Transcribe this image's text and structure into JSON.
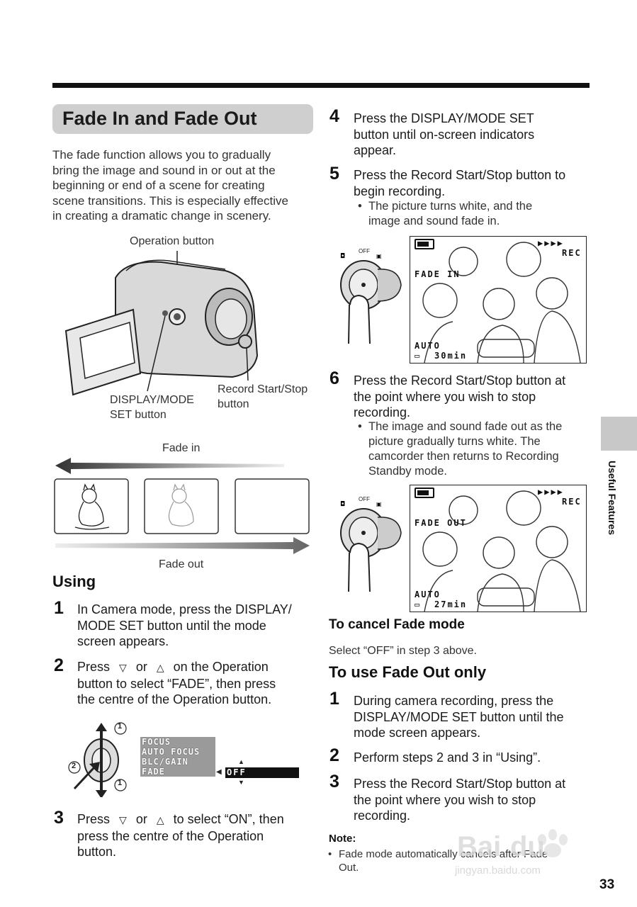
{
  "title": "Fade In and Fade Out",
  "intro": [
    "The fade function allows you to gradually",
    "bring the image and sound in or out at the",
    "beginning or end of a scene for creating",
    "scene transitions. This is especially effective",
    "in creating a dramatic change in scenery."
  ],
  "camera_diagram": {
    "operation_button": "Operation button",
    "display_mode": [
      "DISPLAY/MODE",
      "SET button"
    ],
    "record_button": [
      "Record Start/Stop",
      "button"
    ]
  },
  "fade_diagram": {
    "fade_in": "Fade in",
    "fade_out": "Fade out"
  },
  "using": {
    "heading": "Using",
    "step1": {
      "num": "1",
      "lines": [
        "In Camera mode, press the DISPLAY/",
        "MODE SET button until the mode",
        "screen appears."
      ]
    },
    "step2": {
      "num": "2",
      "l1a": "Press",
      "down": "▽",
      "or": "or",
      "up": "△",
      "l1b": "on the Operation",
      "l2": "button to select “FADE”, then press",
      "l3": "the centre of the Operation button."
    },
    "menu": {
      "items": [
        "FOCUS",
        "AUTO FOCUS",
        "BLC/GAIN",
        "FADE"
      ],
      "value": "OFF",
      "marker1": "1",
      "marker2": "2"
    },
    "step3": {
      "num": "3",
      "l1a": "Press",
      "down": "▽",
      "or": "or",
      "up": "△",
      "l1b": "to select “ON”, then",
      "l2": "press the centre of the Operation",
      "l3": "button."
    }
  },
  "right": {
    "step4": {
      "num": "4",
      "lines": [
        "Press the DISPLAY/MODE SET",
        "button until on-screen indicators",
        "appear."
      ]
    },
    "step5": {
      "num": "5",
      "lines": [
        "Press the Record Start/Stop button to",
        "begin recording."
      ],
      "bullet": [
        "The picture turns white, and the",
        "image and sound fade in."
      ]
    },
    "screen1": {
      "rec": "REC",
      "fade": "FADE  IN",
      "auto": "AUTO",
      "time": "30min",
      "off": "OFF"
    },
    "step6": {
      "num": "6",
      "lines": [
        "Press the Record Start/Stop button at",
        "the point where you wish to stop",
        "recording."
      ],
      "bullet": [
        "The image and sound fade out as the",
        "picture gradually turns white. The",
        "camcorder then returns to Recording",
        "Standby mode."
      ]
    },
    "screen2": {
      "rec": "REC",
      "fade": "FADE  OUT",
      "auto": "AUTO",
      "time": "27min",
      "off": "OFF"
    },
    "cancel": {
      "heading": "To cancel Fade mode",
      "text": "Select “OFF” in step 3 above."
    },
    "fade_out_only": {
      "heading": "To use Fade Out only",
      "s1": {
        "num": "1",
        "lines": [
          "During camera recording, press the",
          "DISPLAY/MODE SET button until the",
          "mode screen appears."
        ]
      },
      "s2": {
        "num": "2",
        "lines": [
          "Perform steps 2 and 3 in “Using”."
        ]
      },
      "s3": {
        "num": "3",
        "lines": [
          "Press the Record Start/Stop button at",
          "the point where you wish to stop",
          "recording."
        ]
      }
    },
    "note": {
      "heading": "Note:",
      "lines": [
        "Fade mode automatically cancels after Fade",
        "Out."
      ]
    }
  },
  "side_tab": "Useful Features",
  "page_number": "33"
}
